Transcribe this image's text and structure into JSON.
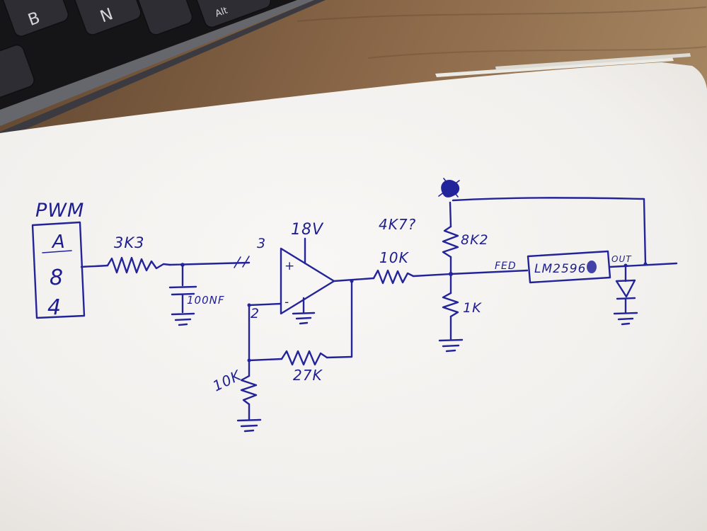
{
  "scene": {
    "type": "photo of a hand-drawn circuit schematic on white paper, keyboard and wooden desk behind",
    "colors": {
      "ink": "#23239a",
      "paper": "#f5f3f0",
      "wood": "#8a6748",
      "keyboard_base": "#151518",
      "keycap": "#2d2d33",
      "keycap_text": "#d6d6da"
    }
  },
  "keyboard": {
    "keys": [
      {
        "label": "B"
      },
      {
        "label": "N"
      },
      {
        "label": "Alt"
      }
    ]
  },
  "circuit": {
    "pwm_block": {
      "title": "PWM",
      "lines": [
        "A",
        "8",
        "4"
      ]
    },
    "resistors": {
      "input": "3K3",
      "feedback": "27K",
      "inverting_to_ground": "10K",
      "series_out": "10K",
      "divider_top": "8K2",
      "divider_top_question": "4K7?",
      "divider_bottom": "1K"
    },
    "capacitor": "100NF",
    "opamp": {
      "pin_top": "3",
      "pin_bottom": "2",
      "plus": "+",
      "minus": "-",
      "supply": "18V"
    },
    "ic": {
      "input_pin": "FED",
      "name": "LM2596",
      "output_pin": "OUT"
    }
  }
}
